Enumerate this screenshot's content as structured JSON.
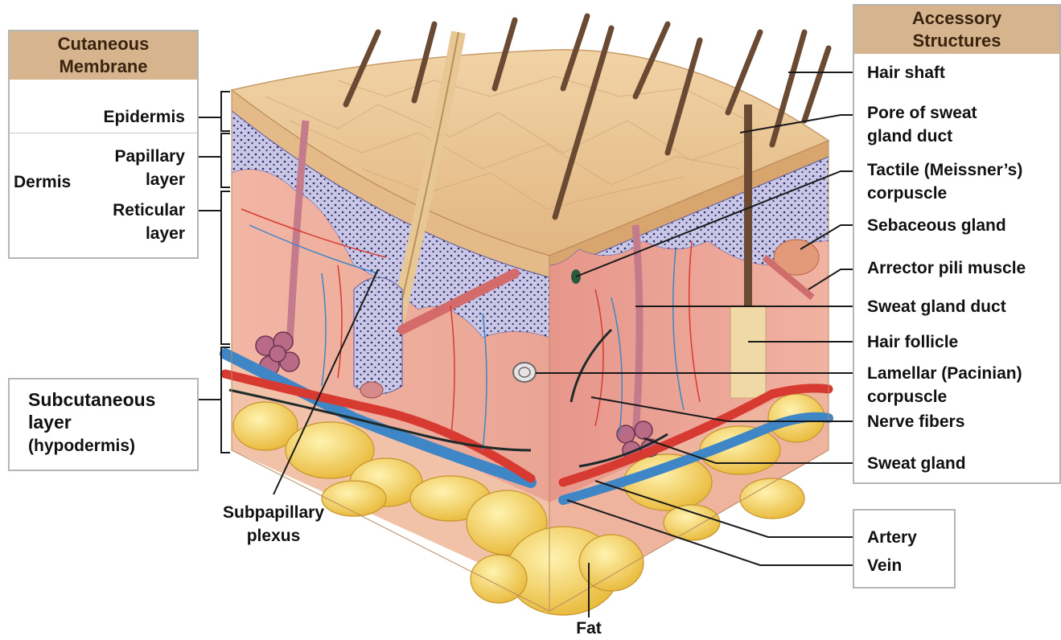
{
  "left_panel": {
    "heading": "Cutaneous Membrane",
    "epidermis": "Epidermis",
    "dermis": "Dermis",
    "papillary": "Papillary layer",
    "reticular": "Reticular layer"
  },
  "subcutaneous": {
    "title_line1": "Subcutaneous",
    "title_line2": "layer",
    "subtitle": "(hypodermis)"
  },
  "right_panel": {
    "heading": "Accessory Structures",
    "labels": [
      "Hair shaft",
      "Pore of sweat gland duct",
      "Tactile (Meissner’s) corpuscle",
      "Sebaceous gland",
      "Arrector pili muscle",
      "Sweat gland duct",
      "Hair follicle",
      "Lamellar (Pacinian) corpuscle",
      "Nerve fibers",
      "Sweat gland"
    ]
  },
  "vessels_panel": {
    "artery": "Artery",
    "vein": "Vein"
  },
  "bottom_labels": {
    "subpapillary": "Subpapillary plexus",
    "fat": "Fat"
  },
  "colors": {
    "heading_tan": "#d6b48d",
    "artery_red": "#d63a30",
    "vein_blue": "#3f86c6",
    "fat_yellow": "#f2cf55",
    "dermis_pink": "#efb0a0",
    "epidermis_tan": "#e6c08f"
  }
}
